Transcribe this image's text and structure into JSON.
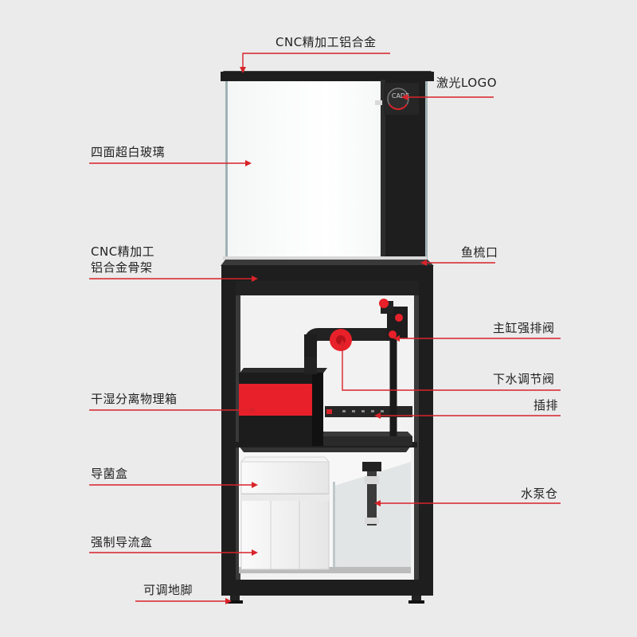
{
  "labels": {
    "cnc_top": "CNC精加工铝合金",
    "laser_logo": "激光LOGO",
    "glass": "四面超白玻璃",
    "cnc_frame_1": "CNC精加工",
    "cnc_frame_2": "铝合金骨架",
    "comb": "鱼梳口",
    "main_valve": "主缸强排阀",
    "drain_valve": "下水调节阀",
    "power_strip": "插排",
    "filter_box": "干湿分离物理箱",
    "bacteria_box": "导菌盒",
    "flow_box": "强制导流盒",
    "pump_bay": "水泵仓",
    "feet": "可调地脚"
  },
  "logo_text": "CADE",
  "colors": {
    "background": "#ebebeb",
    "frame": "#1e1e1e",
    "accent_red": "#e8202a",
    "leader_line": "#d8232a",
    "label_text": "#222222"
  }
}
